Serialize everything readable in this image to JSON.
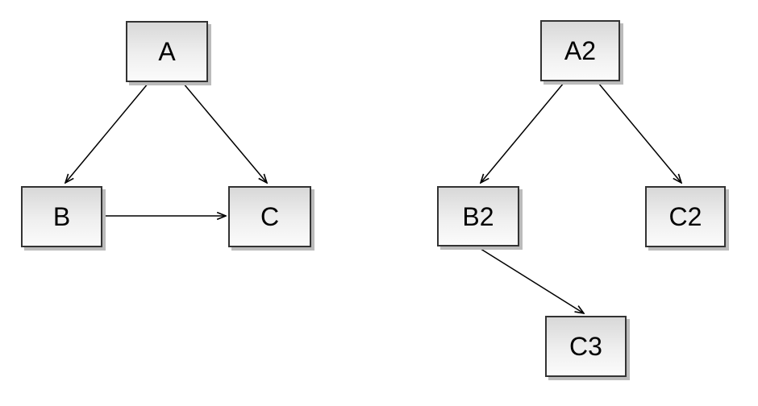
{
  "diagram": {
    "background_color": "#ffffff",
    "node_style": {
      "fill_top": "#d8d8d8",
      "fill_bottom": "#fbfbfb",
      "border_color": "#333333",
      "shadow_color": "#bbbbbb",
      "text_color": "#000000"
    },
    "edge_style": {
      "color": "#000000",
      "arrowhead": "open-vee"
    },
    "left_graph": {
      "nodes": [
        {
          "id": "A",
          "label": "A"
        },
        {
          "id": "B",
          "label": "B"
        },
        {
          "id": "C",
          "label": "C"
        }
      ],
      "edges": [
        {
          "from": "A",
          "to": "B"
        },
        {
          "from": "A",
          "to": "C"
        },
        {
          "from": "B",
          "to": "C"
        }
      ]
    },
    "right_graph": {
      "nodes": [
        {
          "id": "A2",
          "label": "A2"
        },
        {
          "id": "B2",
          "label": "B2"
        },
        {
          "id": "C2",
          "label": "C2"
        },
        {
          "id": "C3",
          "label": "C3"
        }
      ],
      "edges": [
        {
          "from": "A2",
          "to": "B2"
        },
        {
          "from": "A2",
          "to": "C2"
        },
        {
          "from": "B2",
          "to": "C3"
        }
      ]
    }
  }
}
